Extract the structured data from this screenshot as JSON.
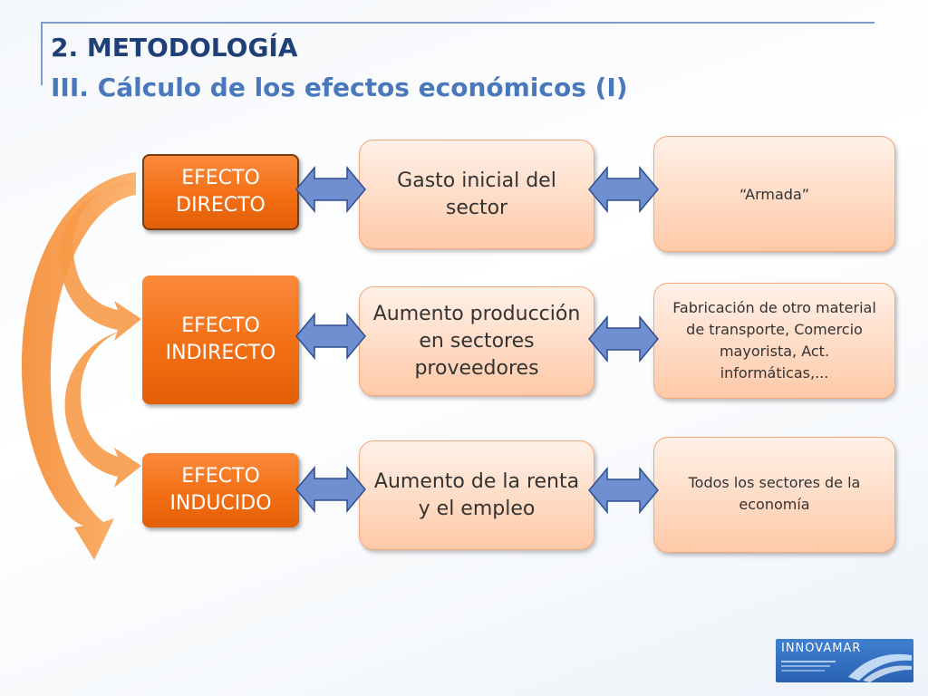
{
  "slide": {
    "title": "2. METODOLOGÍA",
    "subtitle": "III. Cálculo de los efectos económicos (I)"
  },
  "effects": [
    {
      "label_line1": "EFECTO",
      "label_line2": "DIRECTO"
    },
    {
      "label_line1": "EFECTO",
      "label_line2": "INDIRECTO"
    },
    {
      "label_line1": "EFECTO",
      "label_line2": "INDUCIDO"
    }
  ],
  "middle_boxes": [
    {
      "text": "Gasto inicial del sector"
    },
    {
      "text": "Aumento producción en sectores proveedores"
    },
    {
      "text": "Aumento de la renta y el empleo"
    }
  ],
  "right_boxes": [
    {
      "text": "“Armada”"
    },
    {
      "text": "Fabricación de otro material de transporte, Comercio mayorista, Act. informáticas,..."
    },
    {
      "text": "Todos los sectores de la economía"
    }
  ],
  "logo": {
    "text": "INNOVAMAR"
  },
  "colors": {
    "title": "#1f3f77",
    "subtitle": "#4a78bd",
    "effect_fill": "#f36f14",
    "box_fill": "#ffc9a8",
    "arrow_fill": "#6f8fd0",
    "curve_fill": "#f7a55a"
  }
}
